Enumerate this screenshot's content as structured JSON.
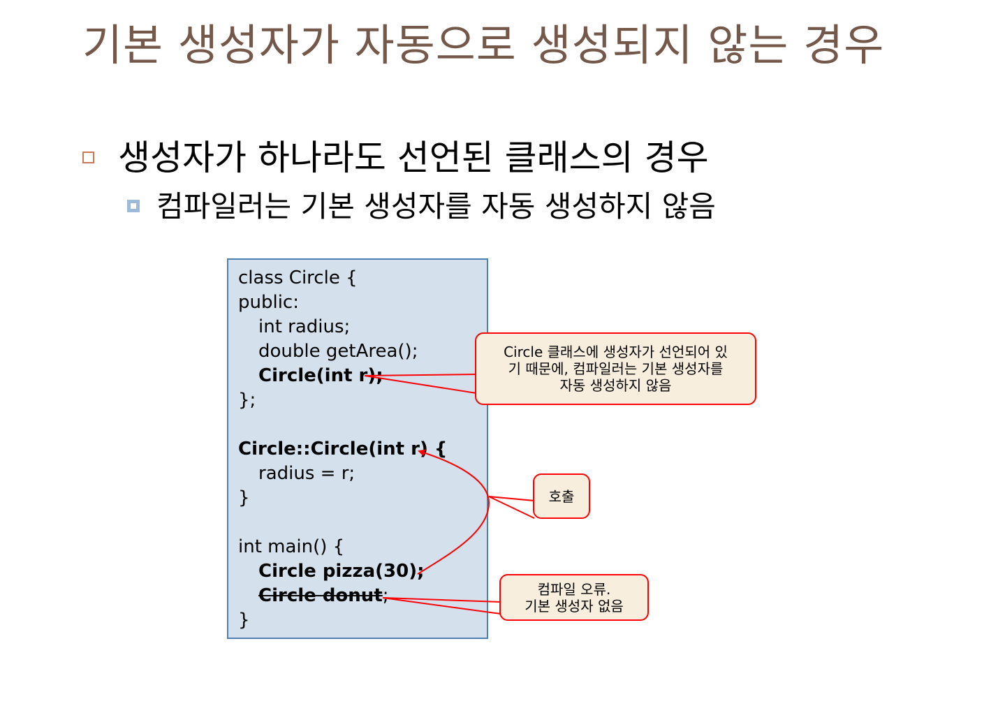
{
  "slide": {
    "title": "기본 생성자가 자동으로 생성되지 않는 경우",
    "bullet1": "생성자가 하나라도 선언된 클래스의 경우",
    "bullet2": "컴파일러는 기본 생성자를 자동 생성하지 않음"
  },
  "code": {
    "lines": [
      "class Circle {",
      "public:",
      "int radius;",
      "double getArea();",
      "Circle(int r);",
      "};",
      "Circle::Circle(int r) {",
      "radius  =  r;",
      "}",
      "int main() {",
      "Circle pizza(30);",
      "Circle donut",
      ";",
      "}"
    ]
  },
  "callouts": {
    "declared": {
      "line1": "Circle 클래스에 생성자가 선언되어 있",
      "line2": "기 때문에, 컴파일러는 기본 생성자를",
      "line3": "자동 생성하지 않음"
    },
    "call": {
      "line1": "호출"
    },
    "error": {
      "line1": "컴파일 오류.",
      "line2": "기본 생성자 없음"
    }
  },
  "colors": {
    "title": "#74584a",
    "code_box_fill": "#d4e0ec",
    "code_box_border": "#4f7fb0",
    "callout_fill": "#f8eedd",
    "callout_border": "#ff0000",
    "arrow": "#ff0000"
  }
}
